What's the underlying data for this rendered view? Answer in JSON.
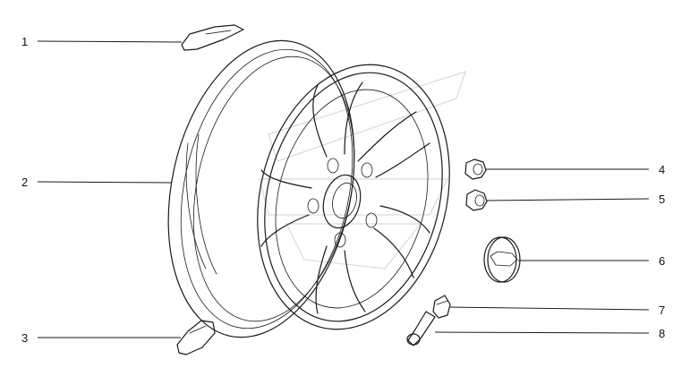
{
  "callouts": [
    {
      "id": "1",
      "label": "1"
    },
    {
      "id": "2",
      "label": "2"
    },
    {
      "id": "3",
      "label": "3"
    },
    {
      "id": "4",
      "label": "4"
    },
    {
      "id": "5",
      "label": "5"
    },
    {
      "id": "6",
      "label": "6"
    },
    {
      "id": "7",
      "label": "7"
    },
    {
      "id": "8",
      "label": "8"
    }
  ],
  "colors": {
    "line": "#1a1a1a",
    "watermark": "#d9d9d9",
    "background": "#ffffff"
  }
}
